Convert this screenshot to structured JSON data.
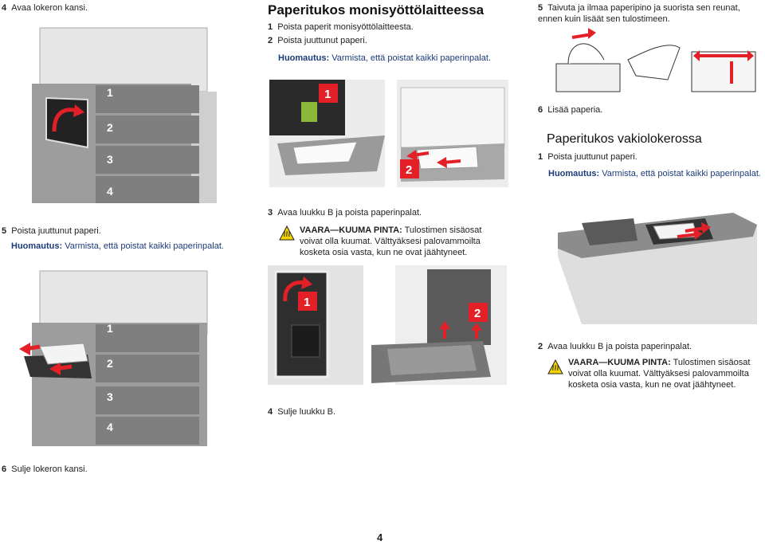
{
  "left": {
    "step4": {
      "num": "4",
      "text": "Avaa lokeron kansi."
    },
    "step5": {
      "num": "5",
      "text": "Poista juuttunut paperi."
    },
    "note5": {
      "label": "Huomautus:",
      "text": "Varmista, että poistat kaikki paperinpalat."
    },
    "step6": {
      "num": "6",
      "text": "Sulje lokeron kansi."
    },
    "tray_numbers": [
      "1",
      "2",
      "3",
      "4"
    ]
  },
  "middle": {
    "title": "Paperitukos monisyöttölaitteessa",
    "step1": {
      "num": "1",
      "text": "Poista paperit monisyöttölaitteesta."
    },
    "step2": {
      "num": "2",
      "text": "Poista juuttunut paperi."
    },
    "note": {
      "label": "Huomautus:",
      "text": "Varmista, että poistat kaikki paperinpalat."
    },
    "callouts_top": [
      "1",
      "2"
    ],
    "step3": {
      "num": "3",
      "text": "Avaa luukku B ja poista paperinpalat."
    },
    "warning": {
      "label": "VAARA—KUUMA PINTA:",
      "text": "Tulostimen sisäosat voivat olla kuumat. Välttyäksesi palovammoilta kosketa osia vasta, kun ne ovat jäähtyneet."
    },
    "callouts_bottom": [
      "1",
      "2"
    ],
    "step4": {
      "num": "4",
      "text": "Sulje luukku B."
    }
  },
  "right": {
    "step5": {
      "num": "5",
      "text": "Taivuta ja ilmaa paperipino ja suorista sen reunat, ennen kuin lisäät sen tulostimeen."
    },
    "step6": {
      "num": "6",
      "text": "Lisää paperia."
    },
    "title": "Paperitukos vakiolokerossa",
    "step1": {
      "num": "1",
      "text": "Poista juuttunut paperi."
    },
    "note": {
      "label": "Huomautus:",
      "text": "Varmista, että poistat kaikki paperinpalat."
    },
    "step2": {
      "num": "2",
      "text": "Avaa luukku B ja poista paperinpalat."
    },
    "warning": {
      "label": "VAARA—KUUMA PINTA:",
      "text": "Tulostimen sisäosat voivat olla kuumat. Välttyäksesi palovammoilta kosketa osia vasta, kun ne ovat jäähtyneet."
    }
  },
  "page_number": "4",
  "colors": {
    "callout_red": "#e32027",
    "note_blue": "#1c3b7a",
    "warning_yellow": "#f5d400"
  }
}
